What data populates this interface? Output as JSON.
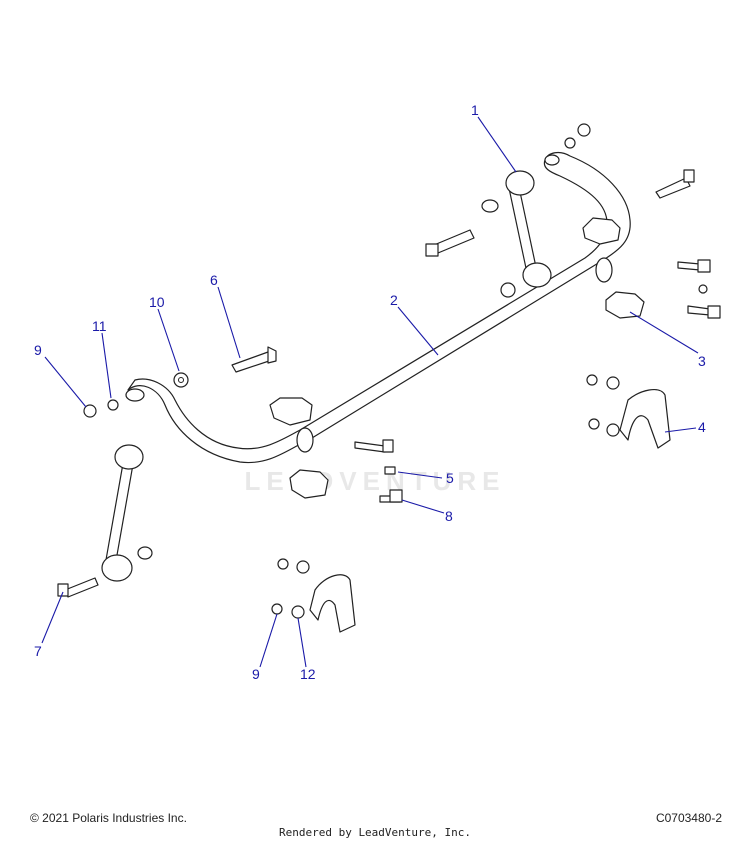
{
  "diagram": {
    "callouts": [
      "1",
      "2",
      "3",
      "4",
      "5",
      "6",
      "7",
      "8",
      "9",
      "10",
      "11",
      "9",
      "12"
    ],
    "watermark": "LEADVENTURE"
  },
  "footer": {
    "copyright": "© 2021 Polaris Industries Inc.",
    "code": "C0703480-2",
    "rendered_by": "Rendered by LeadVenture, Inc."
  },
  "colors": {
    "callout": "#1a1aa8",
    "line": "#222222"
  }
}
